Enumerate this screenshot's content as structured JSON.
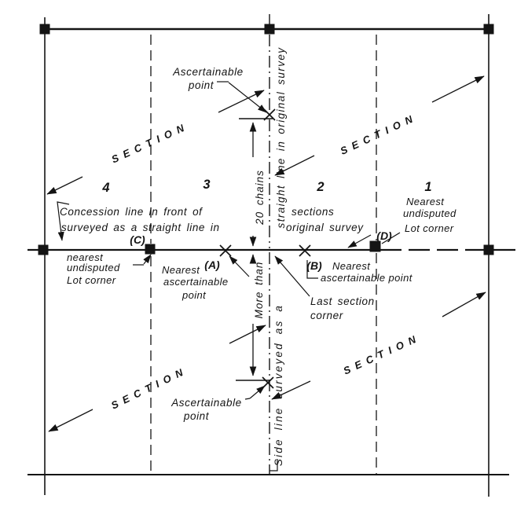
{
  "diagram": {
    "title_context": "Survey sketch of concession and section lines",
    "colors": {
      "ink": "#141414",
      "background": "#ffffff"
    },
    "section_label": "SECTION",
    "section_numbers": [
      "4",
      "3",
      "2",
      "1"
    ],
    "annotations": {
      "ascertainable_top": {
        "line1": "Ascertainable",
        "line2": "point"
      },
      "ascertainable_bottom": {
        "line1": "Ascertainable",
        "line2": "point"
      },
      "concession_note": {
        "line1": "Concession line in front of",
        "line2": "surveyed as a straight line in"
      },
      "sections_note": {
        "line1": "sections",
        "line2": "original survey"
      },
      "nearest_undisputed_left": {
        "line1": "nearest",
        "line2": "undisputed",
        "line3": "Lot corner"
      },
      "nearest_undisputed_right": {
        "line1": "Nearest",
        "line2": "undisputed",
        "line3": "Lot corner"
      },
      "nearest_ascertainable_a": {
        "line1": "Nearest",
        "line2": "ascertainable",
        "line3": "point"
      },
      "nearest_ascertainable_b": {
        "line1": "Nearest",
        "line2": "ascertainable point"
      },
      "last_section_corner": {
        "line1": "Last  section",
        "line2": "corner"
      },
      "dim_above": "20 chains",
      "dim_below": "More than",
      "side_line_upper": "straight line in original survey",
      "side_line_lower": "Side line surveyed as a",
      "point_a": "(A)",
      "point_b": "(B)",
      "point_c": "(C)",
      "point_d": "(D)"
    }
  }
}
